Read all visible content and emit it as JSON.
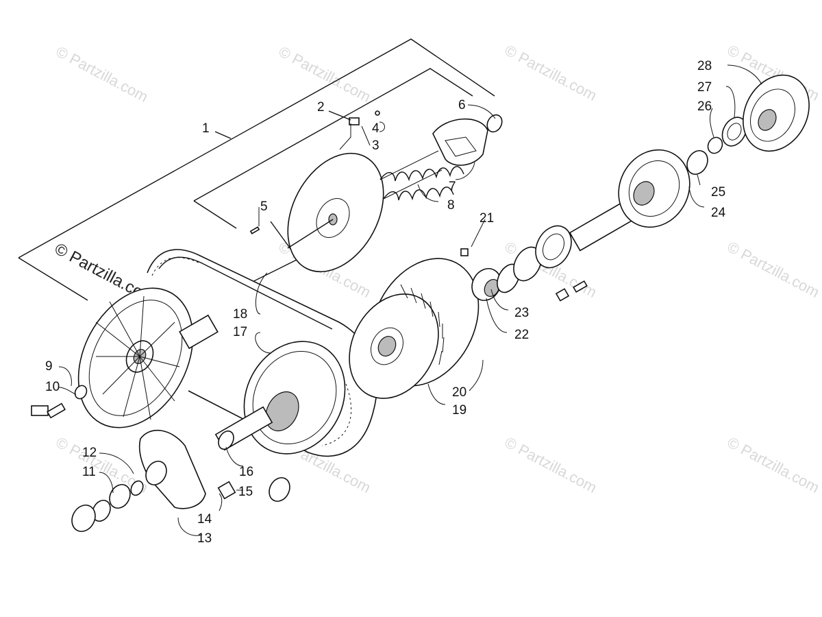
{
  "watermarks": {
    "main": "© Partzilla.com",
    "faint": "© Partzilla.com"
  },
  "callouts": [
    "1",
    "2",
    "3",
    "4",
    "5",
    "6",
    "7",
    "8",
    "9",
    "10",
    "11",
    "12",
    "13",
    "14",
    "15",
    "16",
    "17",
    "18",
    "19",
    "20",
    "21",
    "22",
    "23",
    "24",
    "25",
    "26",
    "27",
    "28"
  ],
  "colors": {
    "ink": "#111111",
    "watermark": "#d8d8d8",
    "background": "#ffffff"
  }
}
